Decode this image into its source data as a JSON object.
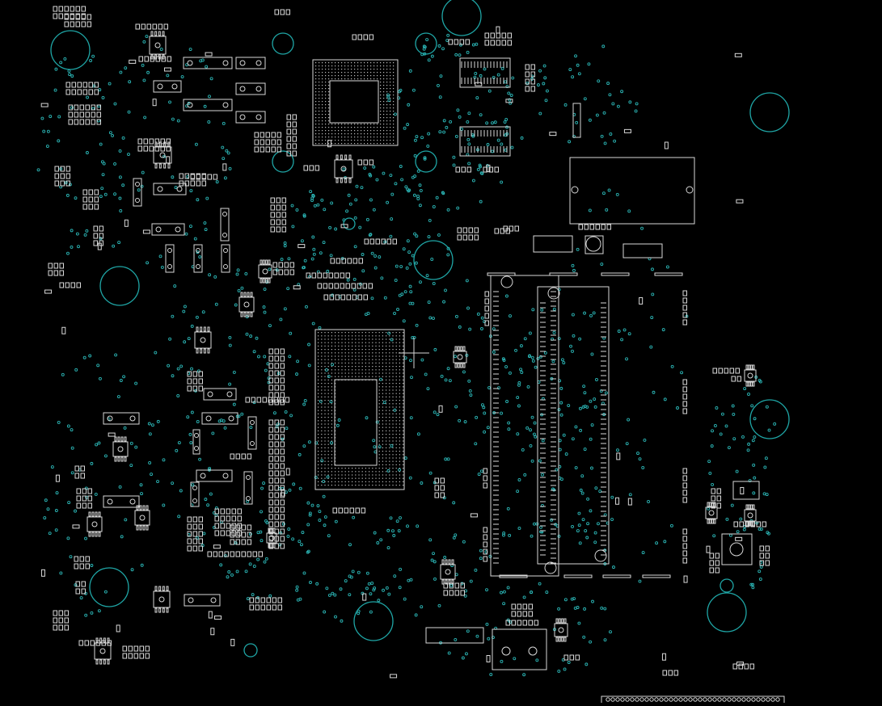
{
  "view": {
    "background": "#000000",
    "outline_color": "#d8d8d8",
    "hole_color": "#1fa6a6",
    "via_color": "#2bb5b5"
  },
  "board": {
    "components": [
      {
        "id": "bga-gpu",
        "kind": "bga-package"
      },
      {
        "id": "cpu-soc",
        "kind": "bga-package"
      },
      {
        "id": "dram-top",
        "kind": "memory-chip"
      },
      {
        "id": "dram-bottom",
        "kind": "memory-chip"
      },
      {
        "id": "sodimm-slot-a",
        "kind": "connector"
      },
      {
        "id": "sodimm-slot-b",
        "kind": "connector"
      },
      {
        "id": "io-connector",
        "kind": "connector"
      },
      {
        "id": "edge-connector",
        "kind": "connector"
      },
      {
        "id": "usb-connector",
        "kind": "connector"
      },
      {
        "id": "power-ic",
        "kind": "ic"
      }
    ],
    "mounting_holes": 14
  }
}
